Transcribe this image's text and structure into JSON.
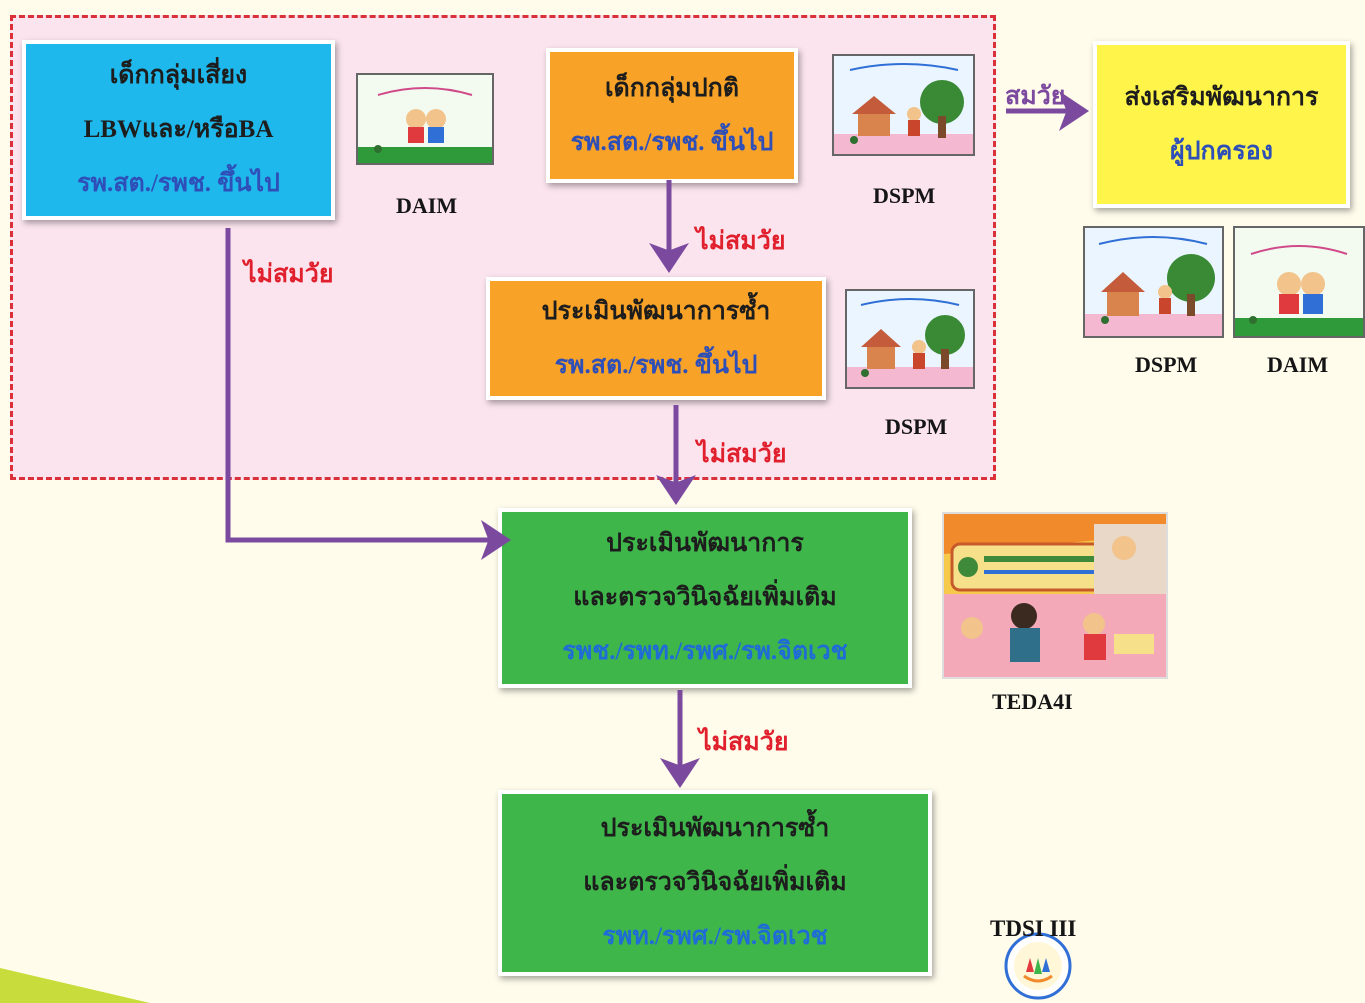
{
  "colors": {
    "cyan": "#1fb8ec",
    "orange": "#f8a328",
    "yellow": "#fff54a",
    "green": "#3fb64a",
    "arrow": "#7b4a9f",
    "alert": "#e0202c",
    "zone_border": "#d9303a"
  },
  "boxes": {
    "risk": {
      "line1": "เด็กกลุ่มเสี่ยง",
      "line2": "LBWและ/หรือBA",
      "line3": "รพ.สต./รพช. ขึ้นไป"
    },
    "normal": {
      "line1": "เด็กกลุ่มปกติ",
      "line2": "รพ.สต./รพช. ขึ้นไป"
    },
    "reassess": {
      "line1": "ประเมินพัฒนาการซ้ำ",
      "line2": "รพ.สต./รพช. ขึ้นไป"
    },
    "promote": {
      "line1": "ส่งเสริมพัฒนาการ",
      "line2": "ผู้ปกครอง"
    },
    "assess_diag": {
      "line1": "ประเมินพัฒนาการ",
      "line2": "และตรวจวินิจฉัยเพิ่มเติม",
      "line3": "รพช./รพท./รพศ./รพ.จิตเวช"
    },
    "reassess_diag": {
      "line1": "ประเมินพัฒนาการซ้ำ",
      "line2": "และตรวจวินิจฉัยเพิ่มเติม",
      "line3": "รพท./รพศ./รพ.จิตเวช"
    }
  },
  "labels": {
    "daim_1": "DAIM",
    "dspm_1": "DSPM",
    "dspm_2": "DSPM",
    "dspm_3": "DSPM",
    "daim_2": "DAIM",
    "teda4i": "TEDA4I",
    "tdsi": "TDSI III"
  },
  "conditions": {
    "ok": "สมวัย",
    "not_ok_1": "ไม่สมวัย",
    "not_ok_2": "ไม่สมวัย",
    "not_ok_3": "ไม่สมวัย",
    "not_ok_4": "ไม่สมวัย"
  },
  "icons": [
    "daim-manual-cover-icon",
    "dspm-manual-cover-icon",
    "teda4i-manual-cover-icon",
    "tdsi-logo-icon",
    "arrow-icon"
  ]
}
